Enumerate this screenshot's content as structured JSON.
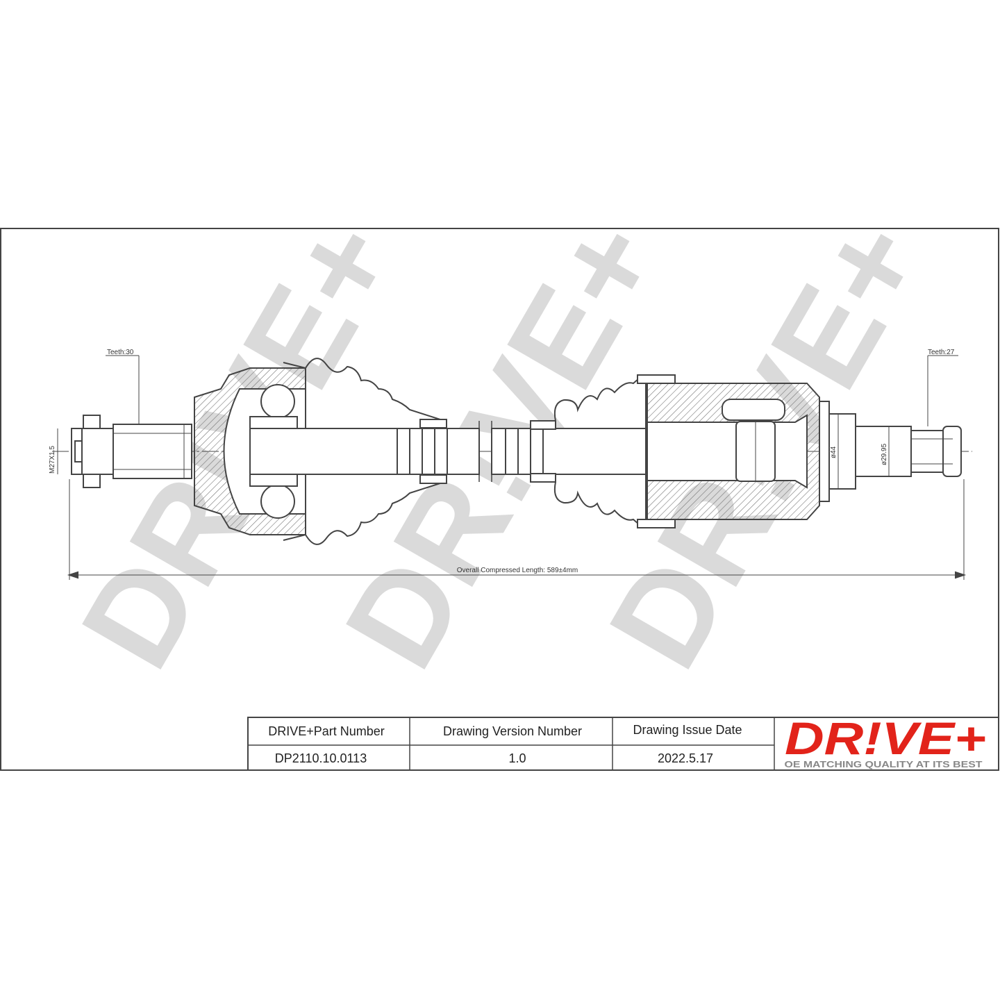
{
  "watermark": "DR!VE+",
  "labels": {
    "teeth_left": "Teeth:30",
    "teeth_right": "Teeth:27",
    "thread": "M27X1.5",
    "dia_44": "ø44",
    "dia_2995": "ø29.95",
    "overall_length": "Overall  Compressed  Length: 589±4mm"
  },
  "title_block": {
    "headers": [
      "DRIVE+Part Number",
      "Drawing Version Number",
      "Drawing Issue Date"
    ],
    "values": [
      "DP2110.10.0113",
      "1.0",
      "2022.5.17"
    ]
  },
  "brand": {
    "logo": "DR!VE+",
    "slogan": "OE MATCHING QUALITY AT ITS BEST",
    "color": "#e2231a"
  },
  "colors": {
    "line": "#444444",
    "watermark": "#dadada",
    "hatch": "#777777"
  }
}
